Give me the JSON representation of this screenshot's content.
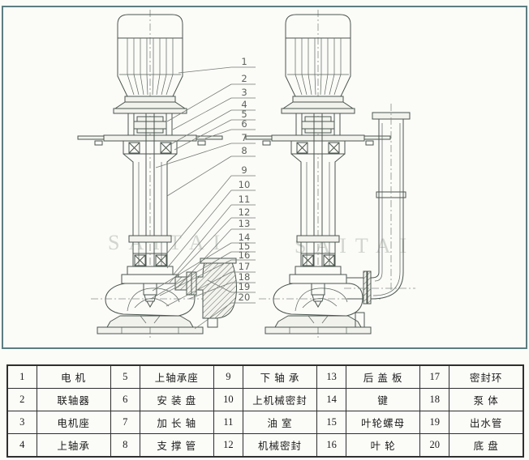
{
  "colors": {
    "background": "#fbfbf8",
    "frame_border": "#5d7d80",
    "drawing_line": "#4b564f",
    "watermark": "#9aa59a",
    "table_border": "#2f2f2f",
    "table_text": "#1c1c1c"
  },
  "watermark": {
    "left": "SAITAI",
    "right": "SAITAI"
  },
  "diagram": {
    "callouts": [
      "1",
      "2",
      "3",
      "4",
      "5",
      "6",
      "7",
      "8",
      "9",
      "10",
      "11",
      "12",
      "13",
      "14",
      "15",
      "16",
      "17",
      "18",
      "19",
      "20"
    ]
  },
  "table": {
    "rows": [
      [
        "1",
        "电  机",
        "5",
        "上轴承座",
        "9",
        "下 轴 承",
        "13",
        "后 盖 板",
        "17",
        "密封环"
      ],
      [
        "2",
        "联轴器",
        "6",
        "安 装 盘",
        "10",
        "上机械密封",
        "14",
        "键",
        "18",
        "泵  体"
      ],
      [
        "3",
        "电机座",
        "7",
        "加 长 轴",
        "11",
        "油   室",
        "15",
        "叶轮螺母",
        "19",
        "出水管"
      ],
      [
        "4",
        "上轴承",
        "8",
        "支 撑 管",
        "12",
        "机械密封",
        "16",
        "叶  轮",
        "20",
        "底  盘"
      ]
    ]
  }
}
